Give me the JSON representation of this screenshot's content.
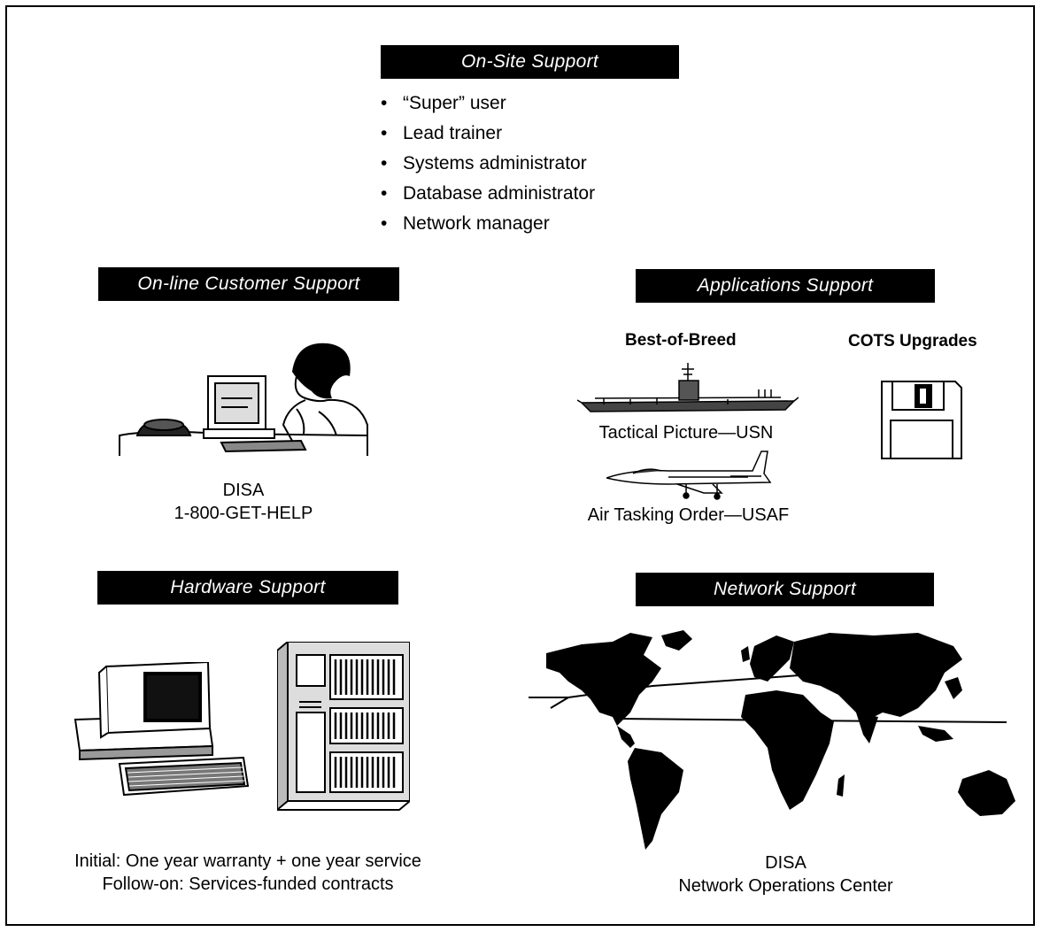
{
  "onsite": {
    "title": "On-Site Support",
    "items": [
      "“Super” user",
      "Lead trainer",
      "Systems administrator",
      "Database administrator",
      "Network manager"
    ]
  },
  "online": {
    "title": "On-line Customer Support",
    "line1": "DISA",
    "line2": "1-800-GET-HELP",
    "icon": "computer-user-phone-illustration"
  },
  "apps": {
    "title": "Applications Support",
    "best_label": "Best-of-Breed",
    "cots_label": "COTS Upgrades",
    "ship_caption": "Tactical Picture—USN",
    "jet_caption": "Air Tasking Order—USAF",
    "icons": [
      "aircraft-carrier",
      "fighter-jet",
      "floppy-disk"
    ]
  },
  "hardware": {
    "title": "Hardware Support",
    "line1": "Initial: One year warranty + one year service",
    "line2": "Follow-on: Services-funded contracts",
    "icons": [
      "desktop-computer",
      "server-cabinet"
    ]
  },
  "network": {
    "title": "Network Support",
    "line1": "DISA",
    "line2": "Network Operations Center",
    "icon": "world-map"
  }
}
